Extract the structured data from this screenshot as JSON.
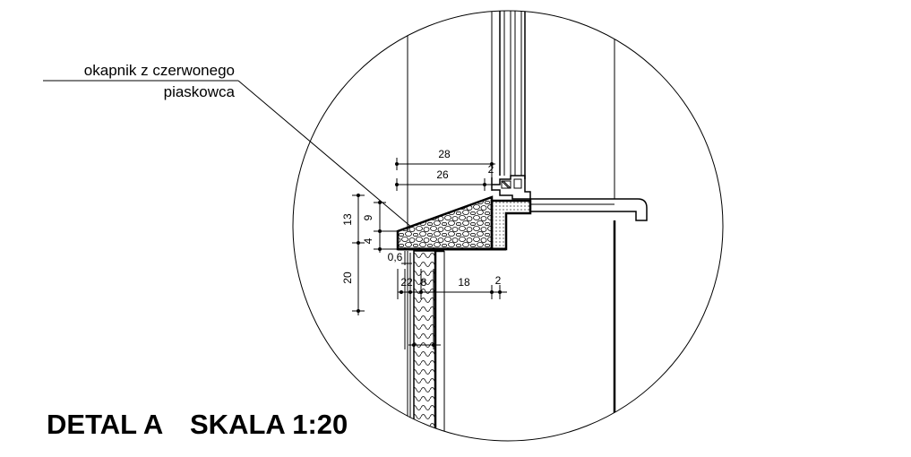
{
  "annotation": {
    "line1": "okapnik z czerwonego",
    "line2": "piaskowca"
  },
  "title": {
    "detail": "DETAL A",
    "scale": "SKALA 1:20"
  },
  "dimensions": {
    "d28": "28",
    "d26": "26",
    "d2_top": "2",
    "d13": "13",
    "d9": "9",
    "d4": "4",
    "d20": "20",
    "d06": "0,6",
    "d22": "22",
    "d8": "8",
    "d18": "18",
    "d2_bottom": "2"
  }
}
